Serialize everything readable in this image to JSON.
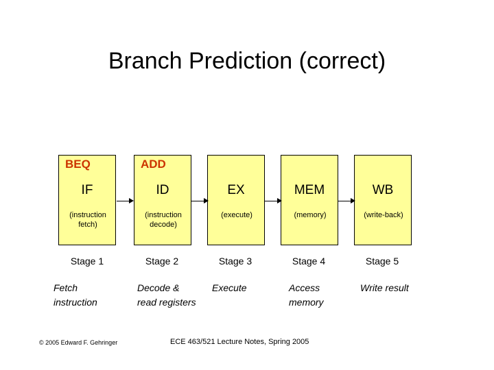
{
  "slide": {
    "title": "Branch Prediction (correct)",
    "background_color": "#ffffff"
  },
  "colors": {
    "box_fill": "#ffff99",
    "box_border": "#000000",
    "instruction_label": "#cc3300",
    "text": "#000000"
  },
  "pipeline": {
    "stages": [
      {
        "instruction": "BEQ",
        "abbr": "IF",
        "description": "(instruction fetch)",
        "stage_number": "Stage 1",
        "action": "Fetch instruction"
      },
      {
        "instruction": "ADD",
        "abbr": "ID",
        "description": "(instruction decode)",
        "stage_number": "Stage 2",
        "action": "Decode & read registers"
      },
      {
        "instruction": "",
        "abbr": "EX",
        "description": "(execute)",
        "stage_number": "Stage 3",
        "action": "Execute"
      },
      {
        "instruction": "",
        "abbr": "MEM",
        "description": "(memory)",
        "stage_number": "Stage 4",
        "action": "Access memory"
      },
      {
        "instruction": "",
        "abbr": "WB",
        "description": "(write-back)",
        "stage_number": "Stage 5",
        "action": "Write result"
      }
    ],
    "arrow_count": 4,
    "arrow_icon": "right-arrow-icon"
  },
  "footer": {
    "copyright": "© 2005 Edward F. Gehringer",
    "course": "ECE 463/521 Lecture Notes, Spring 2005"
  }
}
